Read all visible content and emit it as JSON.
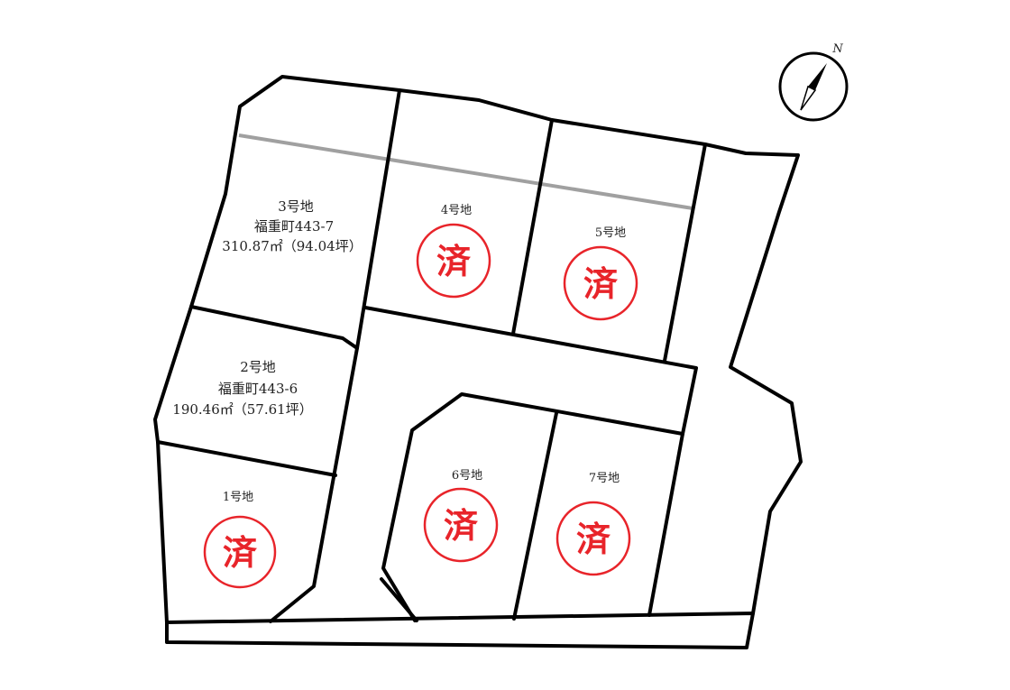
{
  "compass": {
    "north_label": "N"
  },
  "colors": {
    "sold_stamp": "#e8242a",
    "boundary": "#000000",
    "easement_line": "#a0a0a0"
  },
  "lots": {
    "lot1": {
      "name": "1号地",
      "sold_mark": "済"
    },
    "lot2": {
      "name": "2号地",
      "address": "福重町443-6",
      "area": "190.46㎡（57.61坪）"
    },
    "lot3": {
      "name": "3号地",
      "address": "福重町443-7",
      "area": "310.87㎡（94.04坪）"
    },
    "lot4": {
      "name": "4号地",
      "sold_mark": "済"
    },
    "lot5": {
      "name": "5号地",
      "sold_mark": "済"
    },
    "lot6": {
      "name": "6号地",
      "sold_mark": "済"
    },
    "lot7": {
      "name": "7号地",
      "sold_mark": "済"
    }
  }
}
